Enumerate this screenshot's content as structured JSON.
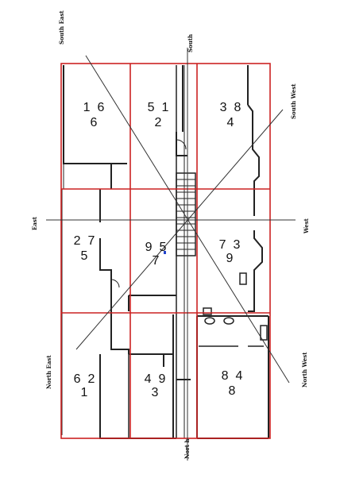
{
  "colors": {
    "grid": "#cc2222",
    "walls": "#222222",
    "axes": "#333333"
  },
  "directions": {
    "south": "South",
    "south_east": "South East",
    "south_west": "South West",
    "east": "East",
    "west": "West",
    "north_east": "North East",
    "north_west": "North West",
    "north": "Nort h"
  },
  "cells": [
    {
      "id": "se",
      "top": "1  6",
      "bottom": "6"
    },
    {
      "id": "s",
      "top": "5  1",
      "bottom": "2"
    },
    {
      "id": "sw",
      "top": "3  8",
      "bottom": "4"
    },
    {
      "id": "e",
      "top": "2  7",
      "bottom": "5"
    },
    {
      "id": "c",
      "top": "9  5",
      "bottom": "7"
    },
    {
      "id": "w",
      "top": "7  3",
      "bottom": "9"
    },
    {
      "id": "ne",
      "top": "6  2",
      "bottom": "1"
    },
    {
      "id": "n",
      "top": "4  9",
      "bottom": "3"
    },
    {
      "id": "nw",
      "top": "8  4",
      "bottom": "8"
    }
  ]
}
